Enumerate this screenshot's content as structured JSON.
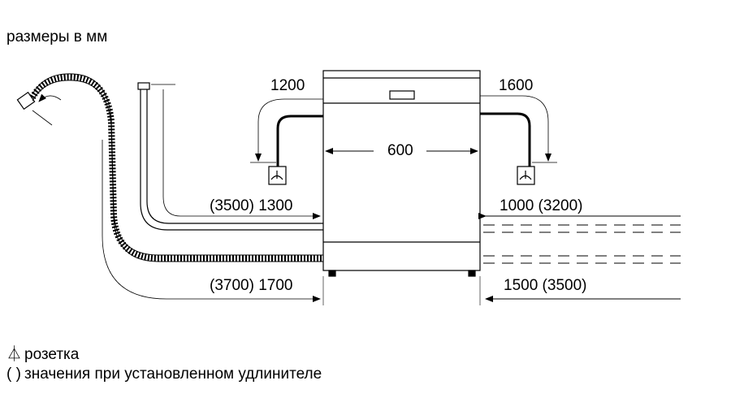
{
  "title": "размеры в мм",
  "dimensions": {
    "drain_hose_left": "1200",
    "inlet_hose_right": "1600",
    "width": "600",
    "inlet_left": "(3500) 1300",
    "inlet_right": "1000 (3200)",
    "drain_left": "(3700) 1700",
    "drain_right": "1500 (3500)"
  },
  "legend": {
    "socket_symbol": "⏃",
    "socket_label": "розетка",
    "paren_symbol": "( )",
    "paren_label": "значения при установленном удлинителе"
  }
}
